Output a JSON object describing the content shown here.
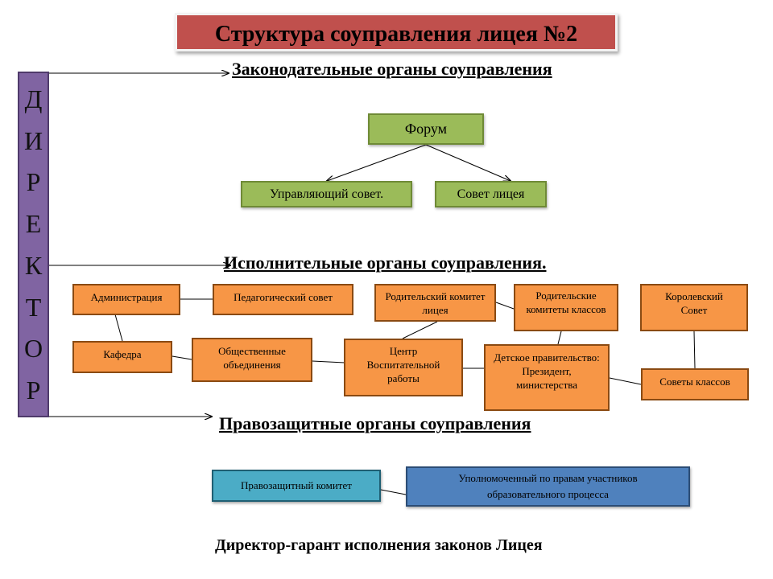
{
  "title": "Структура соуправления лицея №2",
  "director_letters": [
    "Д",
    "И",
    "Р",
    "Е",
    "К",
    "Т",
    "О",
    "Р"
  ],
  "headings": {
    "legislative": "Законодательные органы соуправления",
    "executive": "Исполнительные органы соуправления.",
    "rights": "Правозащитные органы  соуправления"
  },
  "legislative": {
    "forum": "Форум",
    "governing_council": "Управляющий совет.",
    "lyceum_council": "Совет лицея"
  },
  "executive": {
    "administration": "Администрация",
    "pedagogical_council": "Педагогический совет",
    "department": "Кафедра",
    "public_associations": "Общественные объединения",
    "parent_committee": "Родительский комитет лицея",
    "education_center": "Центр Воспитательной работы",
    "class_parent_committees": "Родительские комитеты классов",
    "children_government": "Детское правительство: Президент, министерства",
    "royal_council": "Королевский Совет",
    "class_councils": "Советы классов"
  },
  "rights": {
    "committee": "Правозащитный комитет",
    "ombudsman": "Уполномоченный по правам участников образовательного процесса"
  },
  "footer": "Директор-гарант исполнения законов Лицея",
  "colors": {
    "title_bg": "#c0504d",
    "director_bg": "#8064a2",
    "legislative_box": "#9bbb59",
    "executive_box": "#f79646",
    "rights_committee": "#4bacc6",
    "ombudsman_box": "#4f81bd"
  }
}
